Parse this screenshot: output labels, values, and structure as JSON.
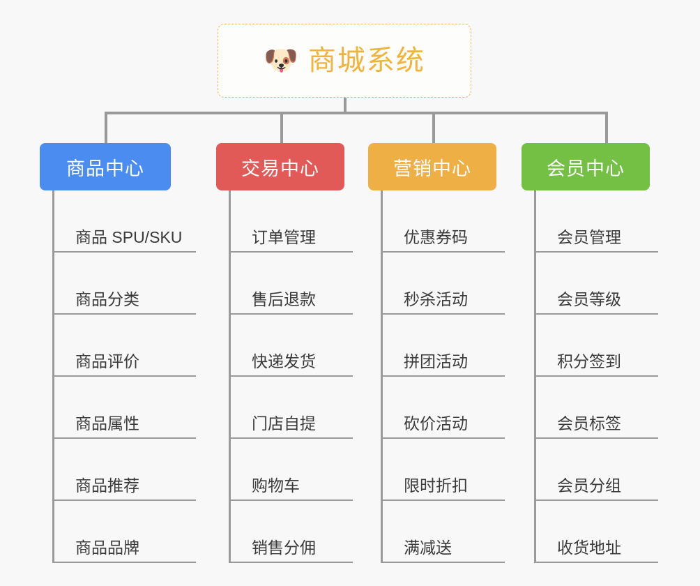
{
  "canvas": {
    "background": "#f8f8f8",
    "line_color": "#999999"
  },
  "root": {
    "icon": "dog-face-emoji",
    "icon_glyph": "🐶",
    "title": "商城系统",
    "text_color": "#efb43c",
    "border_color": "#e8b960",
    "border_style": "dashed"
  },
  "branches": [
    {
      "title": "商品中心",
      "color": "#4a8cf0",
      "items": [
        "商品 SPU/SKU",
        "商品分类",
        "商品评价",
        "商品属性",
        "商品推荐",
        "商品品牌"
      ]
    },
    {
      "title": "交易中心",
      "color": "#e25a58",
      "items": [
        "订单管理",
        "售后退款",
        "快递发货",
        "门店自提",
        "购物车",
        "销售分佣"
      ]
    },
    {
      "title": "营销中心",
      "color": "#eeaf44",
      "items": [
        "优惠券码",
        "秒杀活动",
        "拼团活动",
        "砍价活动",
        "限时折扣",
        "满减送"
      ]
    },
    {
      "title": "会员中心",
      "color": "#74c044",
      "items": [
        "会员管理",
        "会员等级",
        "积分签到",
        "会员标签",
        "会员分组",
        "收货地址"
      ]
    }
  ]
}
